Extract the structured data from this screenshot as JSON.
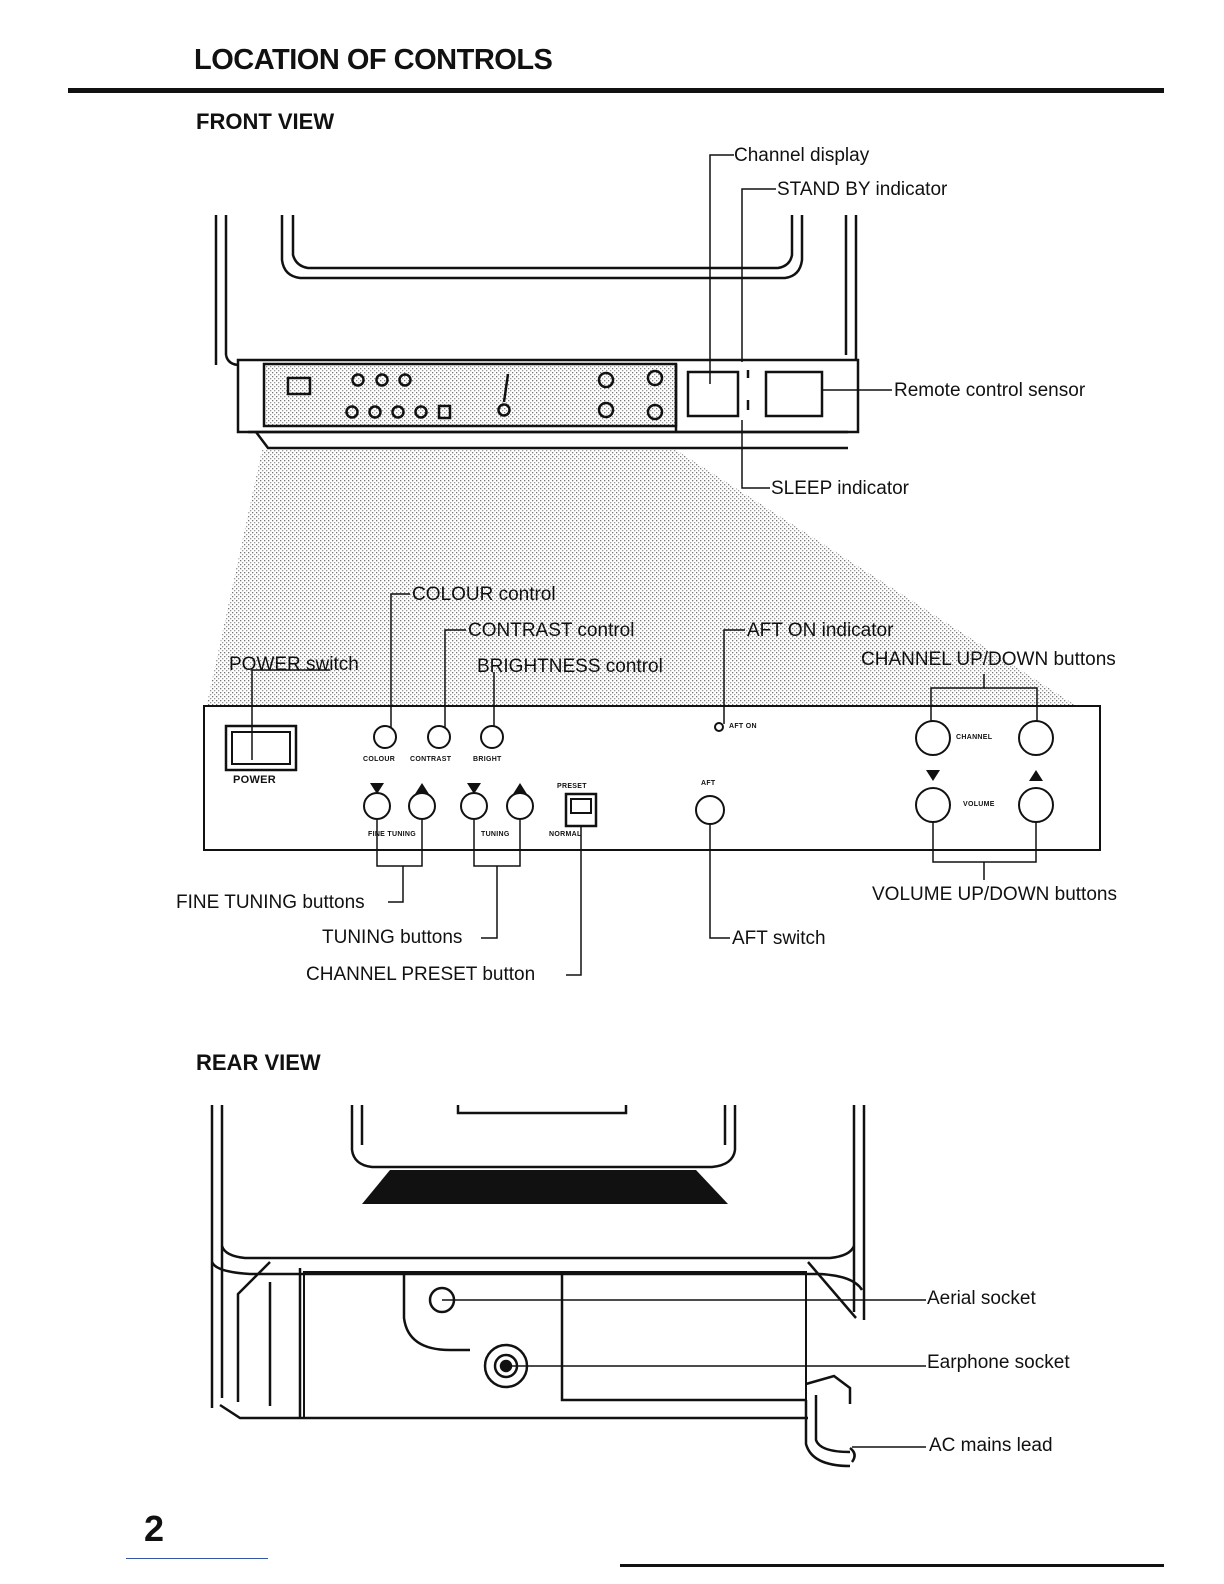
{
  "page": {
    "title": "LOCATION OF CONTROLS",
    "page_number": "2"
  },
  "front_view": {
    "heading": "FRONT VIEW",
    "labels": {
      "channel_display": "Channel display",
      "standby_indicator": "STAND BY indicator",
      "remote_sensor": "Remote control sensor",
      "sleep_indicator": "SLEEP indicator"
    }
  },
  "panel": {
    "labels": {
      "colour_control": "COLOUR control",
      "contrast_control": "CONTRAST control",
      "power_switch": "POWER switch",
      "brightness_control": "BRIGHTNESS control",
      "aft_on_indicator": "AFT ON indicator",
      "channel_updown": "CHANNEL UP/DOWN buttons",
      "fine_tuning_buttons": "FINE TUNING buttons",
      "tuning_buttons": "TUNING buttons",
      "channel_preset_button": "CHANNEL PRESET button",
      "aft_switch": "AFT switch",
      "volume_updown": "VOLUME UP/DOWN buttons"
    },
    "printed": {
      "power": "POWER",
      "colour": "COLOUR",
      "contrast": "CONTRAST",
      "bright": "BRIGHT",
      "fine_tuning": "FINE TUNING",
      "tuning": "TUNING",
      "preset": "PRESET",
      "normal": "NORMAL",
      "aft": "AFT",
      "aft_on": "AFT ON",
      "channel": "CHANNEL",
      "volume": "VOLUME"
    }
  },
  "rear_view": {
    "heading": "REAR VIEW",
    "labels": {
      "aerial_socket": "Aerial socket",
      "earphone_socket": "Earphone socket",
      "ac_mains_lead": "AC mains lead"
    }
  }
}
